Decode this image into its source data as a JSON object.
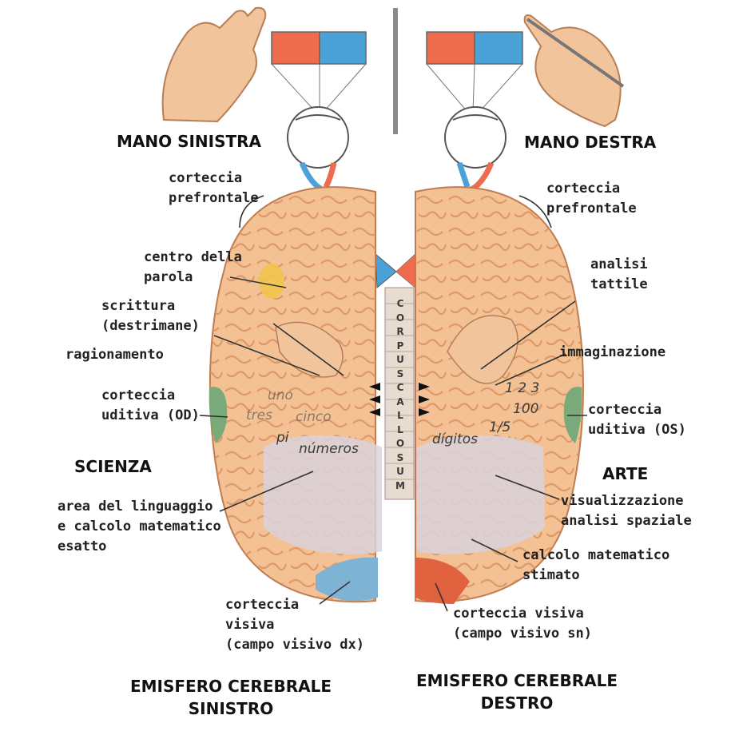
{
  "top_labels": {
    "left_hand": "MANO SINISTRA",
    "right_hand": "MANO DESTRA"
  },
  "left_labels": {
    "prefrontal": [
      "corteccia",
      "prefrontale"
    ],
    "speech_center": [
      "centro della",
      "parola"
    ],
    "writing": [
      "scrittura",
      "(destrimane)"
    ],
    "reasoning": "ragionamento",
    "auditory": [
      "corteccia",
      "uditiva (OD)"
    ],
    "science": "SCIENZA",
    "language_math": [
      "area del linguaggio",
      "e calcolo matematico",
      "esatto"
    ],
    "visual": [
      "corteccia",
      "visiva",
      "(campo visivo dx)"
    ]
  },
  "right_labels": {
    "prefrontal": [
      "corteccia",
      "prefrontale"
    ],
    "tactile": [
      "analisi",
      "tattile"
    ],
    "imagination": "immaginazione",
    "auditory": [
      "corteccia",
      "uditiva (OS)"
    ],
    "art": "ARTE",
    "spatial": [
      "visualizzazione",
      "analisi spaziale"
    ],
    "estimated_math": [
      "calcolo matematico",
      "stimato"
    ],
    "visual": [
      "corteccia visiva",
      "(campo visivo sn)"
    ]
  },
  "bottom_labels": {
    "left_hemisphere": [
      "EMISFERO CEREBRALE",
      "SINISTRO"
    ],
    "right_hemisphere": [
      "EMISFERO CEREBRALE",
      "DESTRO"
    ]
  },
  "in_brain_text": {
    "left_words": [
      "uno",
      "tres",
      "cinco",
      "pi",
      "números"
    ],
    "right_words": [
      "1 2 3",
      "100",
      "1/5",
      "dígitos"
    ]
  },
  "corpus_callosum_letters": [
    "C",
    "O",
    "R",
    "P",
    "U",
    "S",
    "C",
    "A",
    "L",
    "L",
    "O",
    "S",
    "U",
    "M"
  ],
  "colors": {
    "brain_fill": "#f3c193",
    "brain_fold": "#d98e5e",
    "language_area": "#d9d2dc",
    "left_visual_cortex": "#7fb3d3",
    "right_visual_cortex": "#e0623f",
    "auditory_cortex": "#7aa97a",
    "speech_center": "#f2c44e",
    "stimulus_red": "#ee6b4d",
    "stimulus_blue": "#4aa2d8"
  }
}
